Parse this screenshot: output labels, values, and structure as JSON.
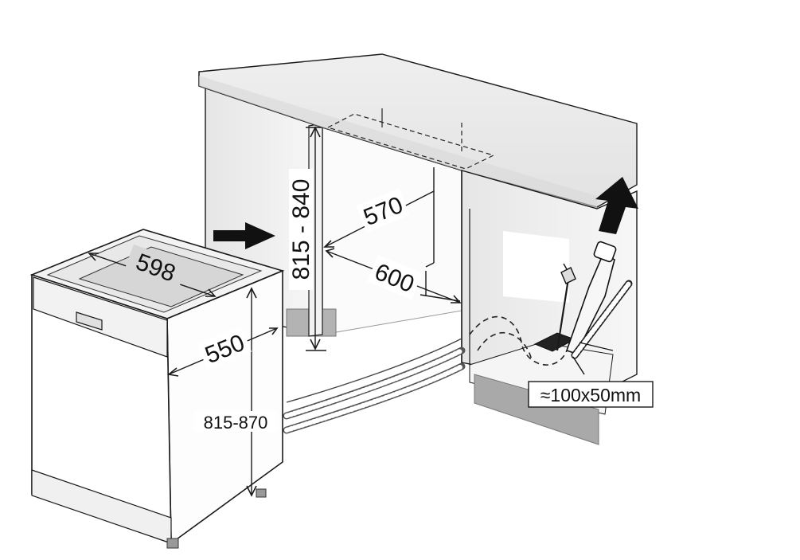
{
  "diagram": {
    "labels": {
      "dishwasher_width": "598",
      "dishwasher_depth": "550",
      "dishwasher_height": "815-870",
      "niche_height": "815 - 840",
      "niche_inner_depth": "570",
      "niche_depth": "600",
      "cutout_size": "≈100x50mm"
    },
    "colors": {
      "line": "#1a1a1a",
      "fill_light": "#f4f4f4",
      "fill_mid": "#e4e4e4",
      "fill_dark": "#bdbdbd",
      "arrow": "#111111"
    }
  }
}
